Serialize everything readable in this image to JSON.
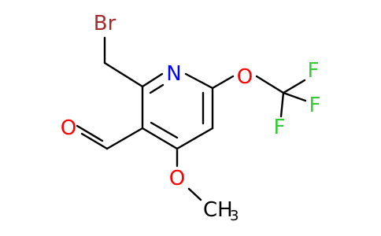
{
  "molecule": {
    "atoms": {
      "br": {
        "label": "Br",
        "color": "#a52a2a",
        "icon": "bromine-atom"
      },
      "n": {
        "label": "N",
        "color": "#0000ff",
        "icon": "nitrogen-atom"
      },
      "o_ether": {
        "label": "O",
        "color": "#ff0000",
        "icon": "oxygen-atom"
      },
      "f1": {
        "label": "F",
        "color": "#33cc33",
        "icon": "fluorine-atom"
      },
      "f2": {
        "label": "F",
        "color": "#33cc33",
        "icon": "fluorine-atom"
      },
      "f3": {
        "label": "F",
        "color": "#33cc33",
        "icon": "fluorine-atom"
      },
      "o_aldehyde": {
        "label": "O",
        "color": "#ff0000",
        "icon": "oxygen-atom"
      },
      "o_methoxy": {
        "label": "O",
        "color": "#ff0000",
        "icon": "oxygen-atom"
      },
      "ch3": {
        "label": "CH",
        "subscript": "3",
        "color": "#000000",
        "icon": "methyl-group"
      }
    },
    "bond_color": "#000000",
    "heteroatom_colors": {
      "oxygen": "#ff0000",
      "nitrogen": "#0000ff",
      "fluorine": "#33cc33",
      "bromine": "#a52a2a"
    }
  }
}
